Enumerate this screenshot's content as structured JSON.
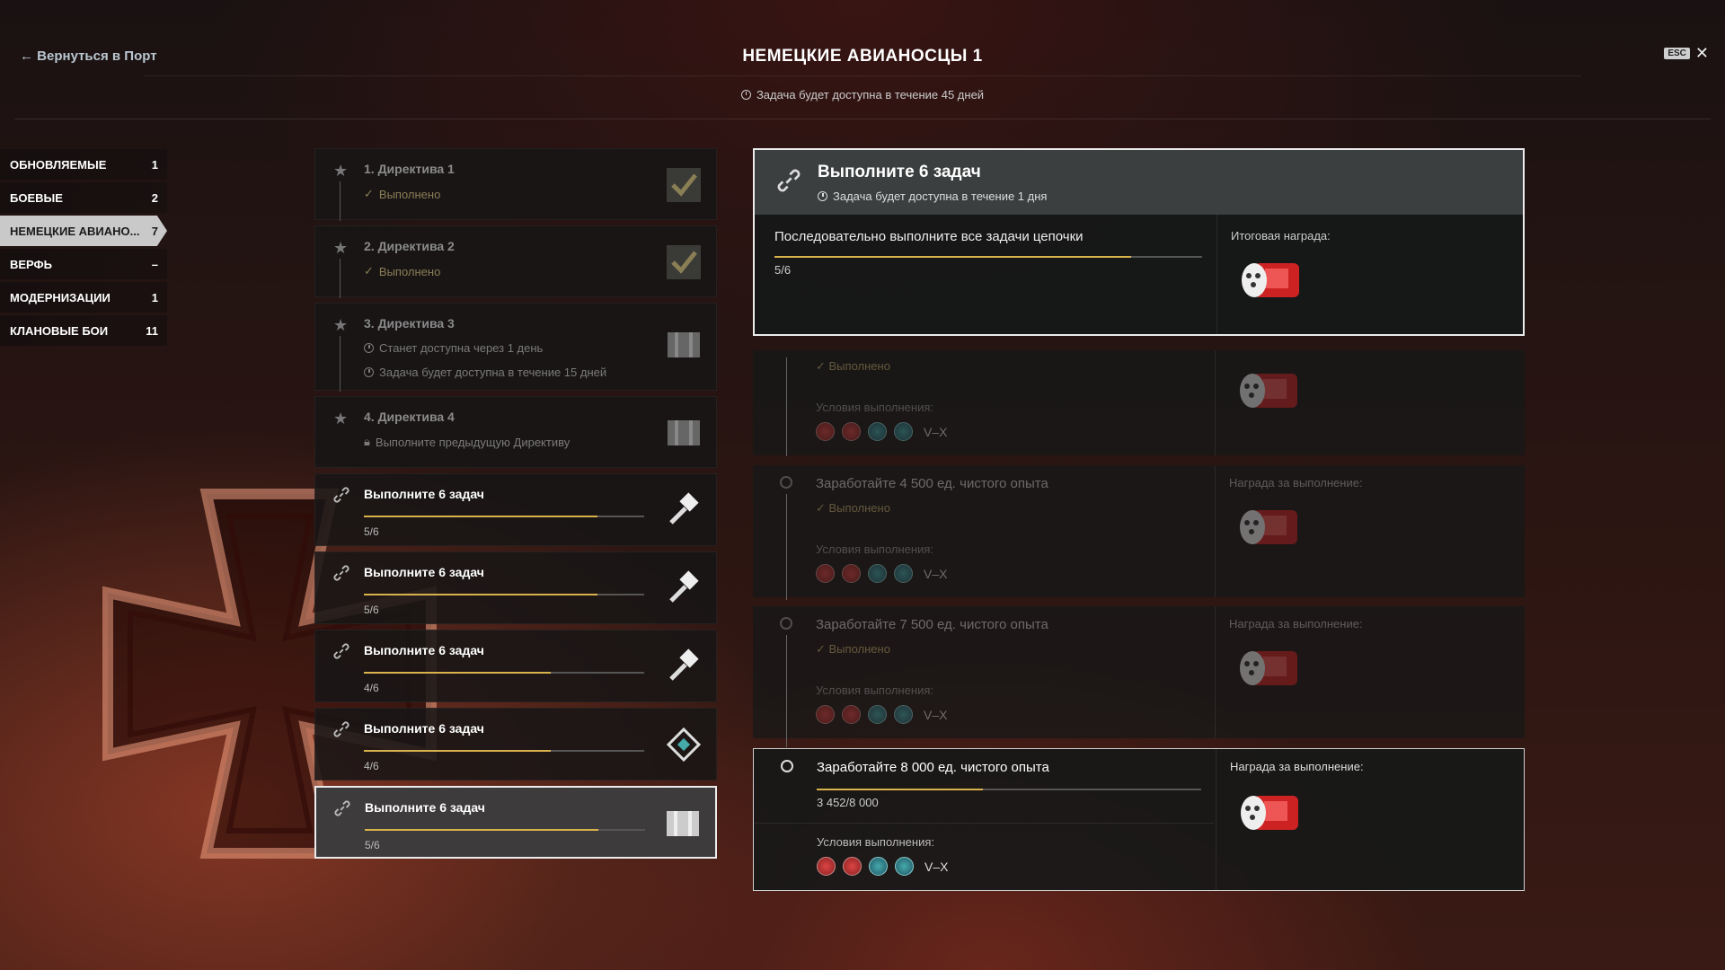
{
  "header": {
    "back_label": "← Вернуться в Порт",
    "title": "НЕМЕЦКИЕ АВИАНОСЦЫ 1",
    "availability": "Задача будет доступна в течение 45 дней",
    "esc_key": "ESC",
    "close_glyph": "✕"
  },
  "sidebar": {
    "items": [
      {
        "label": "ОБНОВЛЯЕМЫЕ",
        "count": "1"
      },
      {
        "label": "БОЕВЫЕ",
        "count": "2"
      },
      {
        "label": "НЕМЕЦКИЕ АВИАНО...",
        "count": "7",
        "active": true
      },
      {
        "label": "ВЕРФЬ",
        "count": "–"
      },
      {
        "label": "МОДЕРНИЗАЦИИ",
        "count": "1"
      },
      {
        "label": "КЛАНОВЫЕ БОИ",
        "count": "11"
      }
    ]
  },
  "directives": [
    {
      "title": "1. Директива 1",
      "status": "Выполнено"
    },
    {
      "title": "2. Директива 2",
      "status": "Выполнено"
    },
    {
      "title": "3. Директива 3",
      "status1": "Станет доступна через 1 день",
      "status2": "Задача будет доступна в течение 15 дней"
    },
    {
      "title": "4. Директива 4",
      "status": "Выполните предыдущую Директиву"
    }
  ],
  "chains": [
    {
      "title": "Выполните 6 задач",
      "progress": "5/6",
      "fraction": 0.8333,
      "reward_icon": "flag-brush-icon"
    },
    {
      "title": "Выполните 6 задач",
      "progress": "5/6",
      "fraction": 0.8333,
      "reward_icon": "flag-brush-icon"
    },
    {
      "title": "Выполните 6 задач",
      "progress": "4/6",
      "fraction": 0.6667,
      "reward_icon": "flag-brush-icon"
    },
    {
      "title": "Выполните 6 задач",
      "progress": "4/6",
      "fraction": 0.6667,
      "reward_icon": "diamond-icon"
    },
    {
      "title": "Выполните 6 задач",
      "progress": "5/6",
      "fraction": 0.8333,
      "reward_icon": "container-icon",
      "selected": true
    }
  ],
  "detail": {
    "title": "Выполните 6 задач",
    "availability": "Задача будет доступна в течение 1 дня",
    "chain_desc": "Последовательно выполните все задачи цепочки",
    "chain_progress": "5/6",
    "chain_fraction": 0.8333,
    "final_reward_label": "Итоговая награда:",
    "reward_label": "Награда за выполнение:",
    "conditions_label": "Условия выполнения:",
    "tier": "V–X",
    "done_label": "Выполнено",
    "tasks": [
      {
        "title": "Заработайте 4 500 ед. чистого опыта"
      },
      {
        "title": "Заработайте 7 500 ед. чистого опыта"
      },
      {
        "title": "Заработайте 8 000 ед. чистого опыта",
        "progress": "3 452/8 000",
        "fraction": 0.4315
      }
    ]
  },
  "colors": {
    "accent": "#d9b24c",
    "done": "#8a7e55"
  }
}
